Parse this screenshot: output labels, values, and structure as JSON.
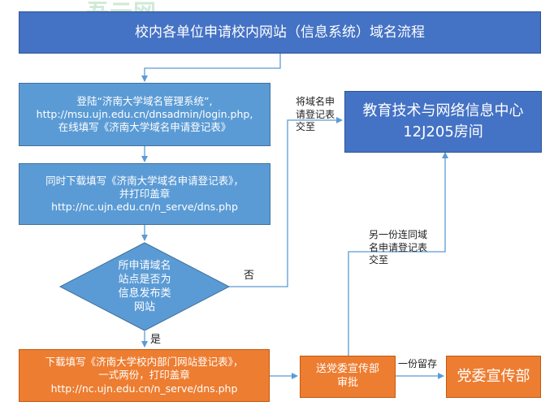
{
  "watermark": "吾云网",
  "title": "校内各单位申请校内网站（信息系统）域名流程",
  "step1": {
    "line1": "登陆“济南大学域名管理系统”,",
    "line2": "http://msu.ujn.edu.cn/dnsadmin/login.php,",
    "line3": "在线填写《济南大学域名申请登记表》"
  },
  "step2": {
    "line1": "同时下载填写《济南大学域名申请登记表》，",
    "line2": "并打印盖章",
    "line3": "http://nc.ujn.edu.cn/n_serve/dns.php"
  },
  "decision": {
    "line1": "所申请域名",
    "line2": "站点是否为",
    "line3": "信息发布类",
    "line4": "网站"
  },
  "no_label": "否",
  "yes_label": "是",
  "step3": {
    "line1": "下载填写《济南大学校内部门网站登记表》，",
    "line2": "一式两份，打印盖章",
    "line3": "http://nc.ujn.edu.cn/n_serve/dns.php"
  },
  "center": {
    "line1": "教育技术与网络信息中心",
    "line2": "12J205房间"
  },
  "submit_label": {
    "line1": "将域名申",
    "line2": "请登记表",
    "line3": "交至"
  },
  "approve": {
    "line1": "送党委宣传部",
    "line2": "审批"
  },
  "other_copy_label": {
    "line1": "另一份连同域",
    "line2": "名申请登记表",
    "line3": "交至"
  },
  "keep_label": "一份留存",
  "dept": "党委宣传部",
  "colors": {
    "title_blue": "#4472c4",
    "step_blue": "#5b9bd5",
    "orange": "#ed7d31",
    "line": "#5b9bd5"
  }
}
